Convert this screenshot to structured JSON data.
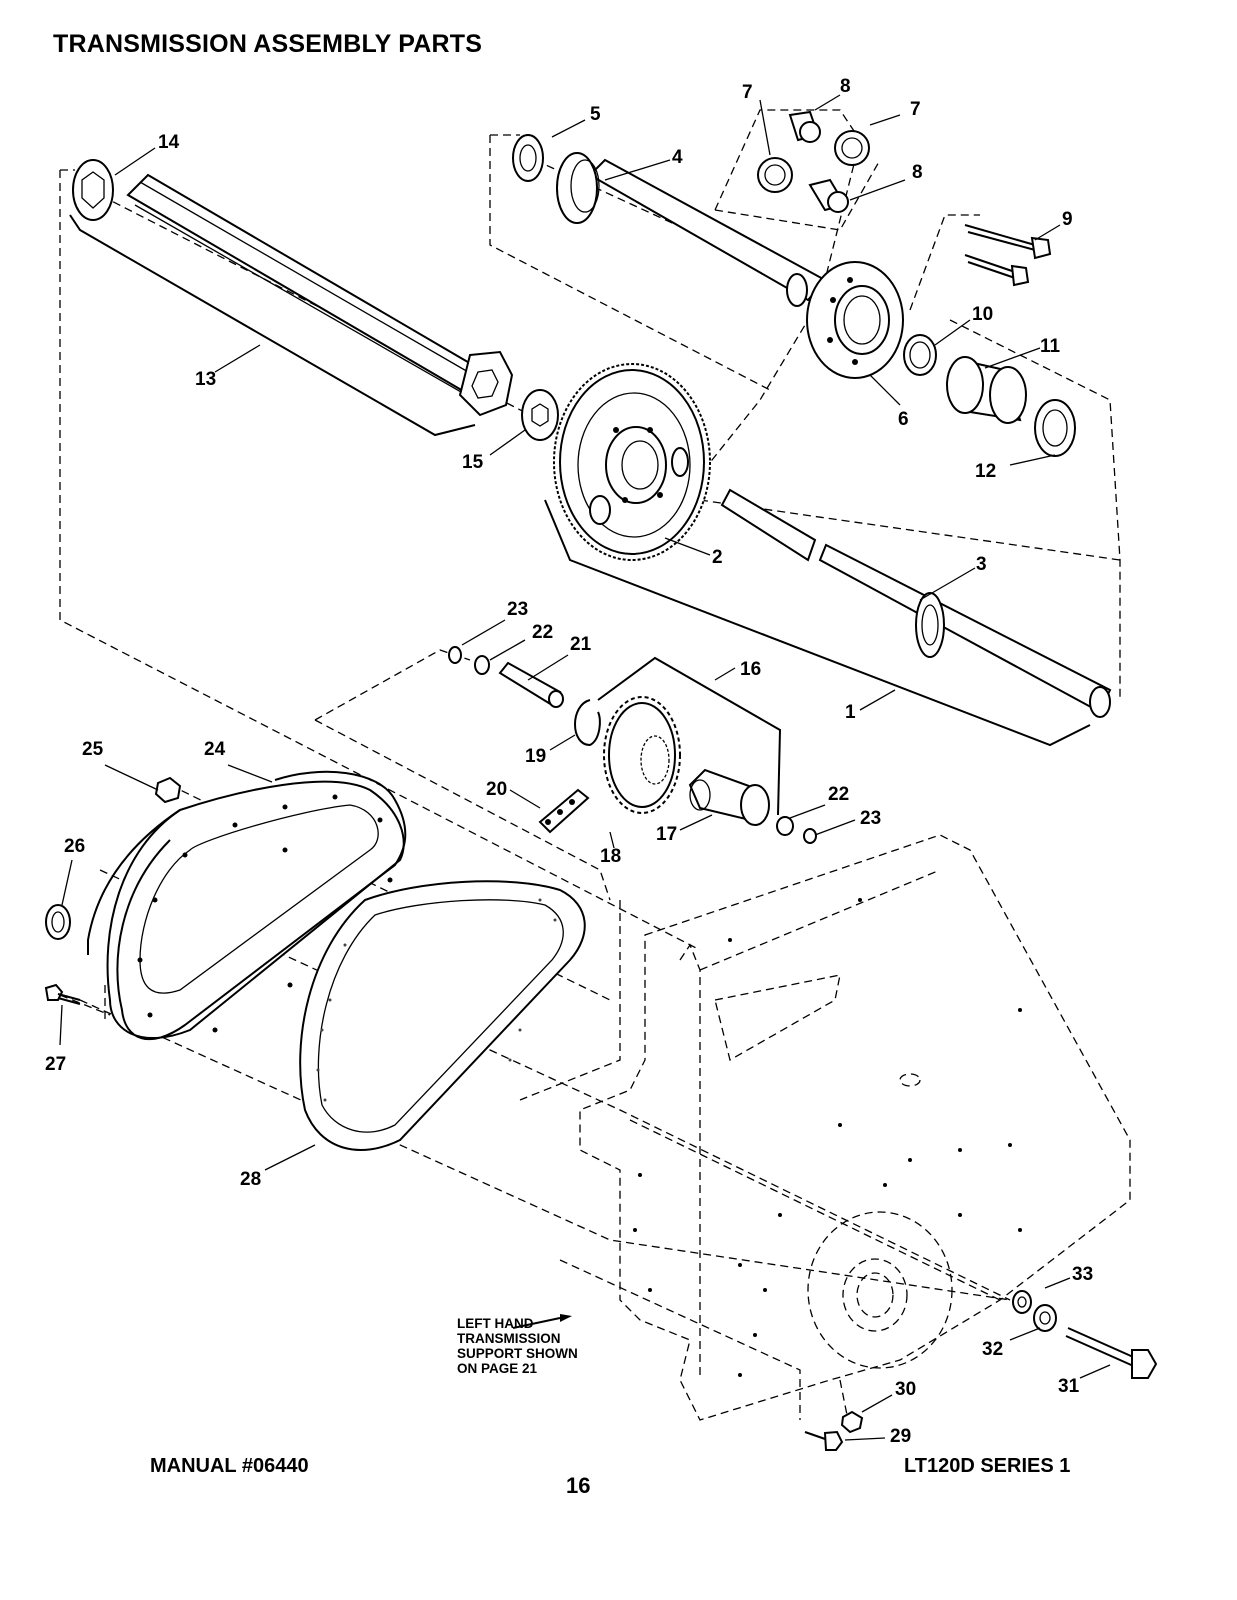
{
  "header": {
    "title": "TRANSMISSION ASSEMBLY PARTS"
  },
  "callouts": [
    "1",
    "2",
    "3",
    "4",
    "5",
    "6",
    "7",
    "7",
    "8",
    "8",
    "9",
    "10",
    "11",
    "12",
    "13",
    "14",
    "15",
    "16",
    "17",
    "18",
    "19",
    "20",
    "21",
    "22",
    "22",
    "23",
    "23",
    "24",
    "25",
    "26",
    "27",
    "28",
    "29",
    "30",
    "31",
    "32",
    "33"
  ],
  "note": {
    "lines": [
      "LEFT HAND",
      "TRANSMISSION",
      "SUPPORT SHOWN",
      "ON PAGE 21"
    ]
  },
  "footer": {
    "manual": "MANUAL #06440",
    "page_number": "16",
    "model": "LT120D SERIES 1"
  }
}
